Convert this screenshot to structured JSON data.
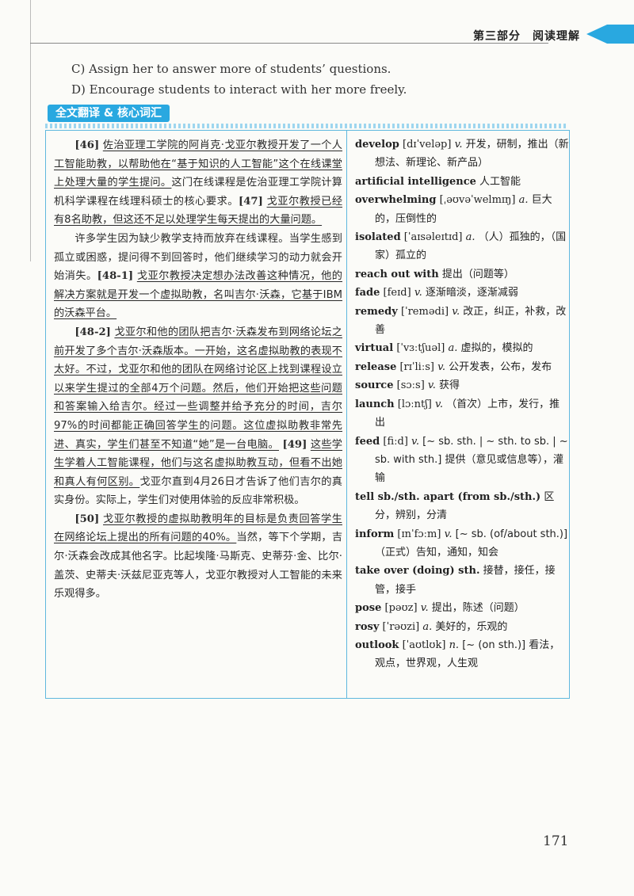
{
  "header": {
    "section": "第三部分　阅读理解"
  },
  "options": {
    "c": "C) Assign her to answer more of students’ questions.",
    "d": "D) Encourage students to interact with her more freely."
  },
  "section_tag": "全文翻译 & 核心词汇",
  "translation": [
    {
      "tag": "[46]",
      "u1": "佐治亚理工学院的阿肖克·戈亚尔教授开发了一个人工智能助教，以帮助他在“基于知识的人工智能”这个在线课堂上处理大量的学生提问。",
      "t1": "这门在线课程是佐治亚理工学院计算机科学课程在线理科硕士的核心要求。",
      "tag2": "[47]",
      "u2": "戈亚尔教授已经有8名助教，但这还不足以处理学生每天提出的大量问题。"
    },
    {
      "t1": "许多学生因为缺少教学支持而放弃在线课程。当学生感到孤立或困惑，提问得不到回答时，他们继续学习的动力就会开始消失。",
      "tag": "[48-1]",
      "u1": "戈亚尔教授决定想办法改善这种情况，他的解决方案就是开发一个虚拟助教，名叫吉尔·沃森，它基于IBM的沃森平台。"
    },
    {
      "tag": "[48-2]",
      "u1": "戈亚尔和他的团队把吉尔·沃森发布到网络论坛之前开发了多个吉尔·沃森版本。一开始，这名虚拟助教的表现不太好。不过，戈亚尔和他的团队在网络讨论区上找到课程设立以来学生提过的全部4万个问题。然后，他们开始把这些问题和答案输入给吉尔。经过一些调整并给予充分的时间，吉尔97%的时间都能正确回答学生的问题。这位虚拟助教非常先进、真实，学生们甚至不知道“她”是一台电脑。",
      "tag2": "[49]",
      "u2": "这些学生学着人工智能课程，他们与这名虚拟助教互动，但看不出她和真人有何区别。",
      "t2": "戈亚尔直到4月26日才告诉了他们吉尔的真实身份。实际上，学生们对使用体验的反应非常积极。"
    },
    {
      "tag": "[50]",
      "u1": "戈亚尔教授的虚拟助教明年的目标是负责回答学生在网络论坛上提出的所有问题的40%。",
      "t1": "当然，等下个学期，吉尔·沃森会改成其他名字。比起埃隆·马斯克、史蒂芬·金、比尔·盖茨、史蒂夫·沃兹尼亚克等人，戈亚尔教授对人工智能的未来乐观得多。"
    }
  ],
  "vocab": [
    {
      "word": "develop",
      "phon": "[dɪˈveləp]",
      "pos": "v.",
      "def": "开发，研制，推出（新想法、新理论、新产品）"
    },
    {
      "word": "artificial intelligence",
      "phon": "",
      "pos": "",
      "def": "人工智能"
    },
    {
      "word": "overwhelming",
      "phon": "[ˌəʊvəˈwelmɪŋ]",
      "pos": "a.",
      "def": "巨大的，压倒性的"
    },
    {
      "word": "isolated",
      "phon": "[ˈaɪsəleɪtɪd]",
      "pos": "a.",
      "def": "（人）孤独的，（国家）孤立的"
    },
    {
      "word": "reach out with",
      "phon": "",
      "pos": "",
      "def": "提出（问题等）"
    },
    {
      "word": "fade",
      "phon": "[feɪd]",
      "pos": "v.",
      "def": "逐渐暗淡，逐渐减弱"
    },
    {
      "word": "remedy",
      "phon": "[ˈremədi]",
      "pos": "v.",
      "def": "改正，纠正，补救，改善"
    },
    {
      "word": "virtual",
      "phon": "[ˈvɜːtʃuəl]",
      "pos": "a.",
      "def": "虚拟的，模拟的"
    },
    {
      "word": "release",
      "phon": "[rɪˈliːs]",
      "pos": "v.",
      "def": "公开发表，公布，发布"
    },
    {
      "word": "source",
      "phon": "[sɔːs]",
      "pos": "v.",
      "def": "获得"
    },
    {
      "word": "launch",
      "phon": "[lɔːntʃ]",
      "pos": "v.",
      "def": "（首次）上市，发行，推出"
    },
    {
      "word": "feed",
      "phon": "[fiːd]",
      "pos": "v.",
      "def": "[~ sb. sth. | ~ sth. to sb. | ~ sb. with sth.] 提供（意见或信息等），灌输"
    },
    {
      "word": "tell sb./sth. apart (from sb./sth.)",
      "phon": "",
      "pos": "",
      "def": "区分，辨别，分清"
    },
    {
      "word": "inform",
      "phon": "[ɪnˈfɔːm]",
      "pos": "v.",
      "def": "[~ sb. (of/about sth.)]（正式）告知，通知，知会"
    },
    {
      "word": "take over (doing) sth.",
      "phon": "",
      "pos": "",
      "def": "接替，接任，接管，接手"
    },
    {
      "word": "pose",
      "phon": "[pəʊz]",
      "pos": "v.",
      "def": "提出，陈述（问题）"
    },
    {
      "word": "rosy",
      "phon": "[ˈrəʊzi]",
      "pos": "a.",
      "def": "美好的，乐观的"
    },
    {
      "word": "outlook",
      "phon": "[ˈaʊtlʊk]",
      "pos": "n.",
      "def": "[~ (on sth.)] 看法，观点，世界观，人生观"
    }
  ],
  "page_number": "171"
}
